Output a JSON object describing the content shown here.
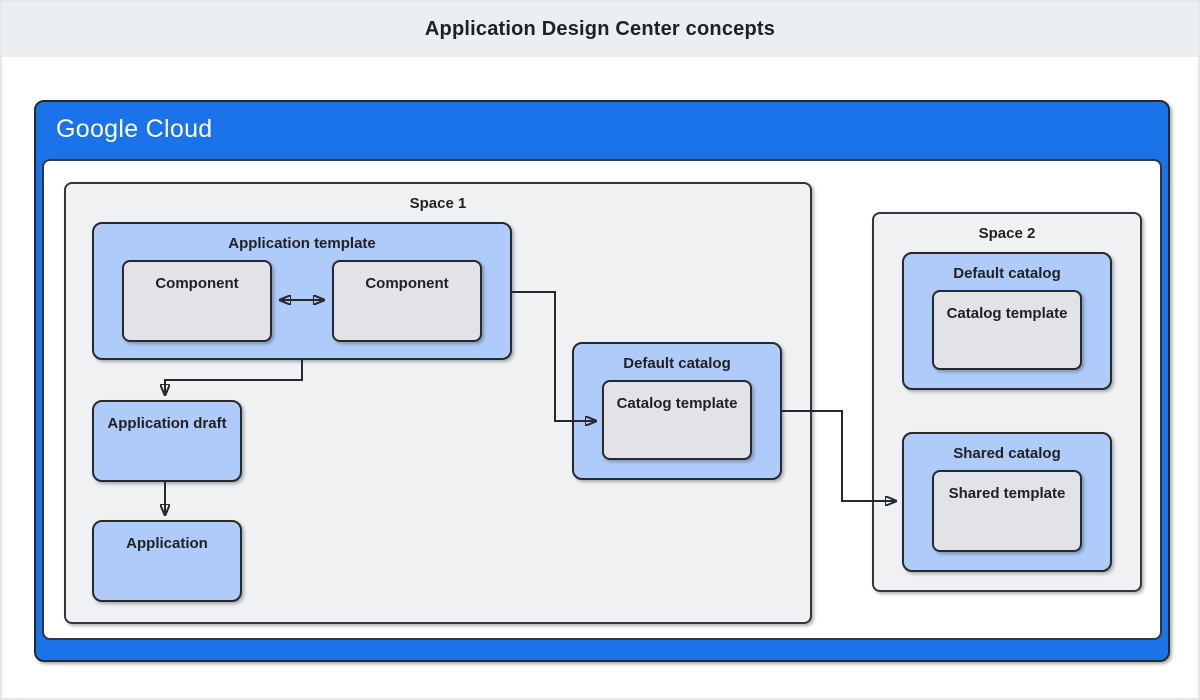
{
  "header": {
    "title": "Application Design Center concepts"
  },
  "brand": {
    "logo": "Google Cloud"
  },
  "diagram": {
    "space1": {
      "label": "Space 1",
      "application_template": {
        "label": "Application template",
        "components": [
          {
            "label": "Component"
          },
          {
            "label": "Component"
          }
        ]
      },
      "default_catalog": {
        "label": "Default catalog",
        "catalog_template": {
          "label": "Catalog template"
        }
      },
      "application_draft": {
        "label": "Application draft"
      },
      "application": {
        "label": "Application"
      }
    },
    "space2": {
      "label": "Space 2",
      "default_catalog": {
        "label": "Default catalog",
        "catalog_template": {
          "label": "Catalog template"
        }
      },
      "shared_catalog": {
        "label": "Shared catalog",
        "shared_template": {
          "label": "Shared template"
        }
      }
    },
    "connections": [
      {
        "from": "component-1",
        "to": "component-2",
        "type": "bidirectional"
      },
      {
        "from": "application-template",
        "to": "application-draft",
        "type": "arrow"
      },
      {
        "from": "application-draft",
        "to": "application",
        "type": "arrow"
      },
      {
        "from": "application-template",
        "to": "default-catalog-space1",
        "type": "arrow"
      },
      {
        "from": "default-catalog-space1",
        "to": "shared-catalog-space2",
        "type": "arrow"
      }
    ],
    "colors": {
      "google_blue": "#1a73e8",
      "node_blue": "#aecbfa",
      "node_gray": "#e1e3e6",
      "space_gray": "#f0f1f3",
      "header_gray": "#eceff1",
      "border_dark": "#202124",
      "text_dark": "#202124",
      "logo_text": "#ffffff"
    }
  }
}
